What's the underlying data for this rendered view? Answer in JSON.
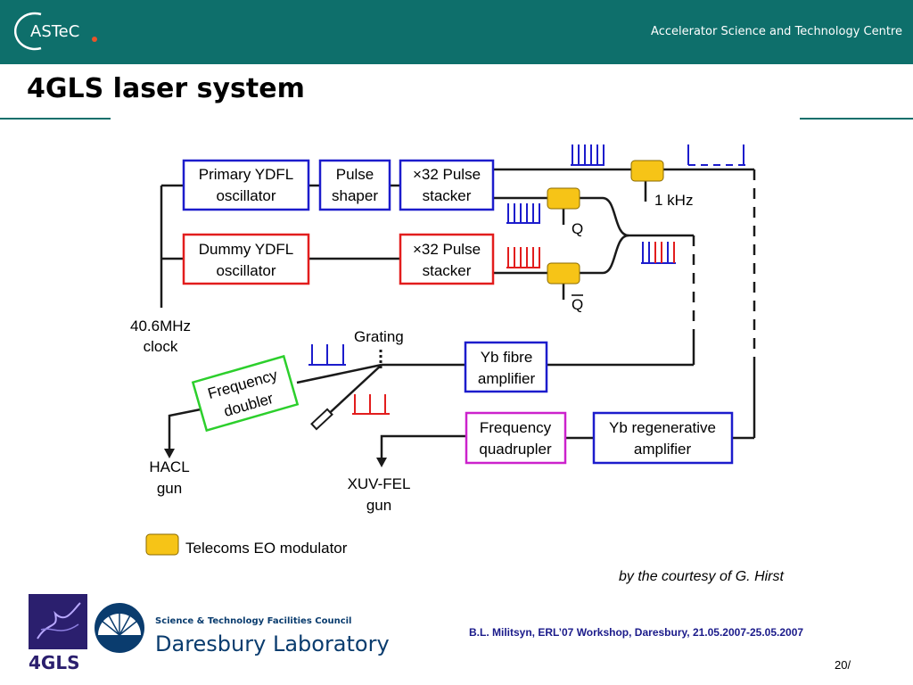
{
  "header": {
    "logo_text": "ASTeC",
    "title": "Accelerator Science and Technology Centre"
  },
  "slide": {
    "title": "4GLS laser system"
  },
  "diagram": {
    "boxes": {
      "primary_osc": [
        "Primary YDFL",
        "oscillator"
      ],
      "pulse_shaper": [
        "Pulse",
        "shaper"
      ],
      "stacker_top": [
        "×32 Pulse",
        "stacker"
      ],
      "dummy_osc": [
        "Dummy YDFL",
        "oscillator"
      ],
      "stacker_bottom": [
        "×32 Pulse",
        "stacker"
      ],
      "yb_fibre": [
        "Yb fibre",
        "amplifier"
      ],
      "freq_doubler": [
        "Frequency",
        "doubler"
      ],
      "freq_quad": [
        "Frequency",
        "quadrupler"
      ],
      "yb_regen": [
        "Yb regenerative",
        "amplifier"
      ]
    },
    "labels": {
      "clock": [
        "40.6MHz",
        "clock"
      ],
      "khz": "1 kHz",
      "q": "Q",
      "q_bar": "Q",
      "grating": "Grating",
      "hacl": [
        "HACL",
        "gun"
      ],
      "xuv": [
        "XUV-FEL",
        "gun"
      ]
    },
    "legend": {
      "label": "Telecoms EO modulator"
    },
    "colors": {
      "blue": "#1c1ccc",
      "red": "#e21d1d",
      "green": "#2ccf2c",
      "magenta": "#cc22cc",
      "modulator": "#f6c417",
      "line": "#1a1a1a"
    }
  },
  "courtesy": "by the courtesy of G. Hirst",
  "footer": {
    "reference": "B.L. Militsyn, ERL’07 Workshop, Daresbury, 21.05.2007-25.05.2007",
    "page": "20/",
    "logo_4gls": "4GLS",
    "stfc_text": "Science & Technology Facilities Council",
    "lab_name": "Daresbury Laboratory"
  }
}
